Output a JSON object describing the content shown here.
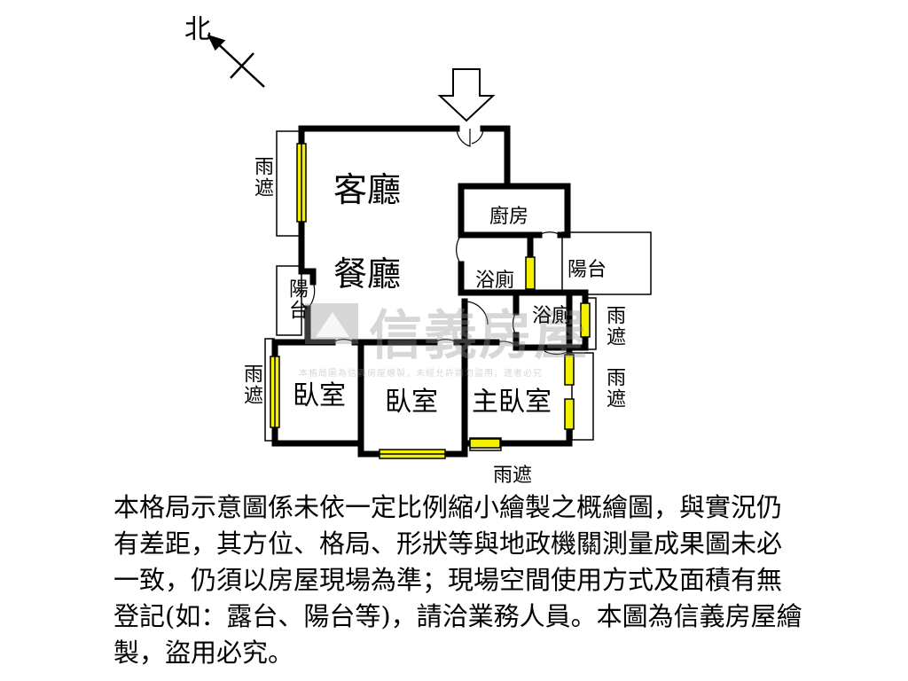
{
  "compass": {
    "label": "北"
  },
  "rooms": {
    "living": "客廳",
    "dining": "餐廳",
    "kitchen": "廚房",
    "bath1": "浴廁",
    "bath2": "浴廁",
    "balcony_east": "陽台",
    "balcony_west": "陽台",
    "bedroom1": "臥室",
    "bedroom2": "臥室",
    "master": "主臥室",
    "canopy_nw": "雨遮",
    "canopy_w": "雨遮",
    "canopy_e1": "雨遮",
    "canopy_e2": "雨遮",
    "canopy_s": "雨遮"
  },
  "watermark": {
    "brand": "信義房屋",
    "notice": "本格局圖為信義房屋繪製，未經允許請勿盜用，違者必究"
  },
  "disclaimer": "本格局示意圖係未依一定比例縮小繪製之概繪圖，與實況仍有差距，其方位、格局、形狀等與地政機關測量成果圖未必一致，仍須以房屋現場為準；現場空間使用方式及面積有無登記(如：露台、陽台等)，請洽業務人員。本圖為信義房屋繪製，盜用必究。",
  "colors": {
    "wall": "#000000",
    "window": "#f3f000",
    "watermark": "#9a9a9a"
  }
}
